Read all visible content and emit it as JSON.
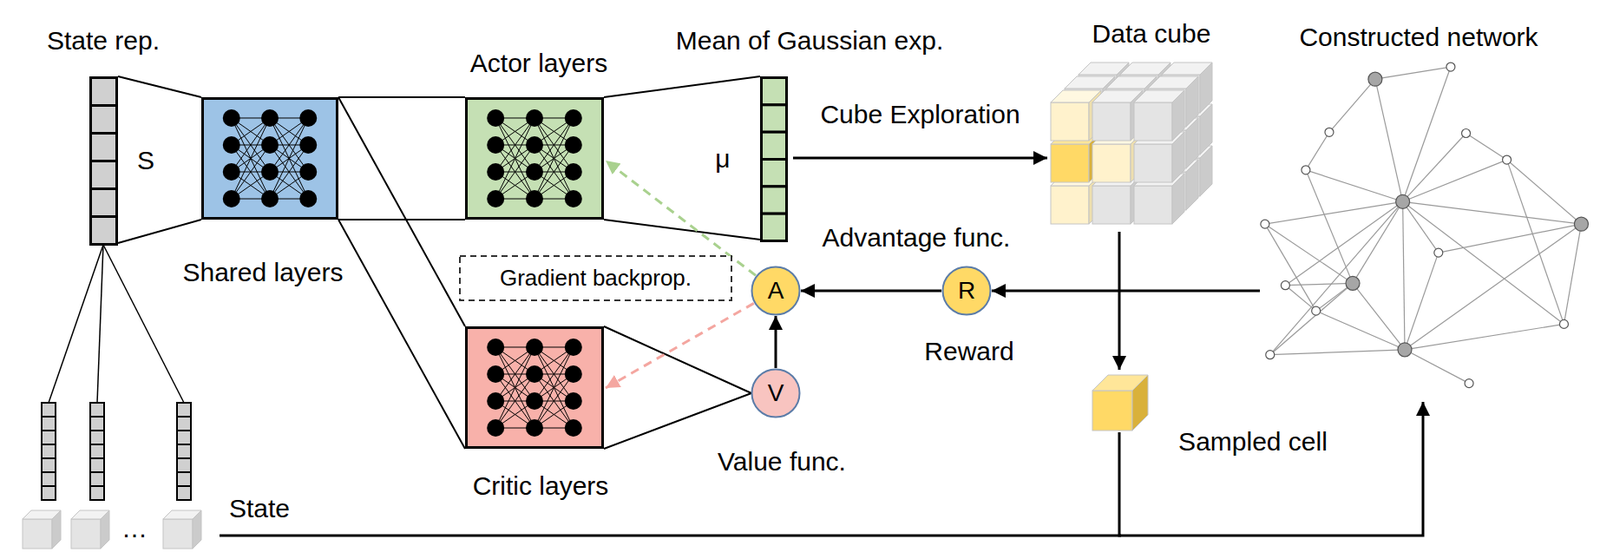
{
  "diagram": {
    "nodes": [
      {
        "text": [
          "State rep."
        ]
      },
      {
        "text": [
          "Shared layers"
        ]
      },
      {
        "text": [
          "Actor layers"
        ]
      },
      {
        "text": [
          "Mean of Gaussian exp."
        ]
      },
      {
        "text": [
          "Critic layers"
        ]
      },
      {
        "text": [
          "Data cube"
        ]
      },
      {
        "text": [
          "Constructed network"
        ]
      },
      {
        "text": [
          "A",
          "Advantage func."
        ]
      },
      {
        "text": [
          "R",
          "Reward"
        ]
      },
      {
        "text": [
          "V",
          "Value func."
        ]
      },
      {
        "text": [
          "Gradient backprop."
        ]
      },
      {
        "text": [
          "Sampled cell"
        ]
      }
    ],
    "edges": [
      {
        "from": 0,
        "to": 1,
        "arrow": "none"
      },
      {
        "from": 1,
        "to": 2,
        "arrow": "none"
      },
      {
        "from": 1,
        "to": 4,
        "arrow": "none"
      },
      {
        "from": 2,
        "to": 3,
        "arrow": "none"
      },
      {
        "from": 4,
        "to": 9,
        "arrow": "none"
      },
      {
        "from": 3,
        "to": 5,
        "label": "Cube Exploration",
        "arrow": "to"
      },
      {
        "from": 6,
        "to": 8,
        "arrow": "to"
      },
      {
        "from": 8,
        "to": 7,
        "arrow": "to"
      },
      {
        "from": 9,
        "to": 7,
        "arrow": "to"
      },
      {
        "from": 7,
        "to": 2,
        "arrow": "to"
      },
      {
        "from": 7,
        "to": 4,
        "arrow": "to"
      },
      {
        "from": 5,
        "to": 11,
        "arrow": "to"
      },
      {
        "from": 11,
        "to": 6,
        "arrow": "to"
      }
    ],
    "labels": [
      "S",
      "μ",
      "…",
      "State"
    ]
  }
}
